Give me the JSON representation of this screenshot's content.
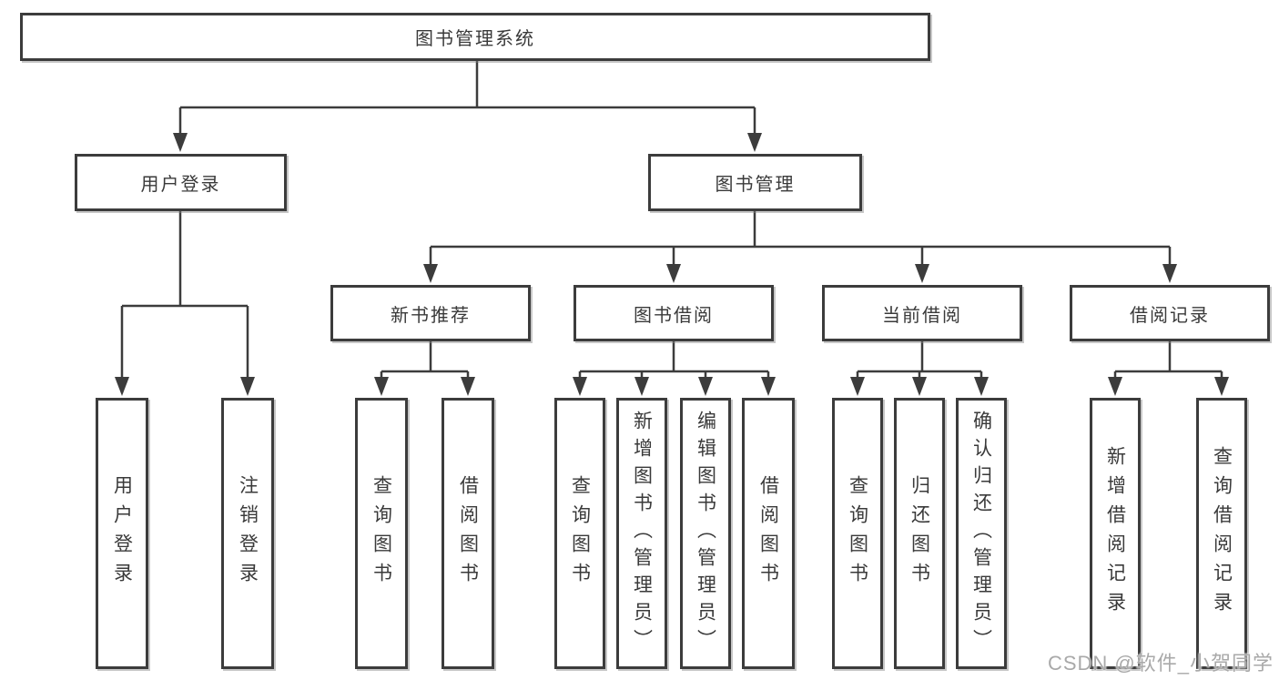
{
  "colors": {
    "line": "#3c3c3c",
    "box_border": "#3c3c3c",
    "text": "#3a3a3a",
    "background": "#ffffff",
    "watermark": "#a9a9a9"
  },
  "watermark": {
    "text": "CSDN @软件_小贺同学"
  },
  "diagram": {
    "type": "hierarchy-tree",
    "root": {
      "label": "图书管理系统",
      "children": [
        {
          "label": "用户登录",
          "children": [
            {
              "label": "用户登录"
            },
            {
              "label": "注销登录"
            }
          ]
        },
        {
          "label": "图书管理",
          "children": [
            {
              "label": "新书推荐",
              "children": [
                {
                  "label": "查询图书"
                },
                {
                  "label": "借阅图书"
                }
              ]
            },
            {
              "label": "图书借阅",
              "children": [
                {
                  "label": "查询图书"
                },
                {
                  "label": "新增图书（管理员）"
                },
                {
                  "label": "编辑图书（管理员）"
                },
                {
                  "label": "借阅图书"
                }
              ]
            },
            {
              "label": "当前借阅",
              "children": [
                {
                  "label": "查询图书"
                },
                {
                  "label": "归还图书"
                },
                {
                  "label": "确认归还（管理员）"
                }
              ]
            },
            {
              "label": "借阅记录",
              "children": [
                {
                  "label": "新增借阅记录"
                },
                {
                  "label": "查询借阅记录"
                }
              ]
            }
          ]
        }
      ]
    }
  }
}
